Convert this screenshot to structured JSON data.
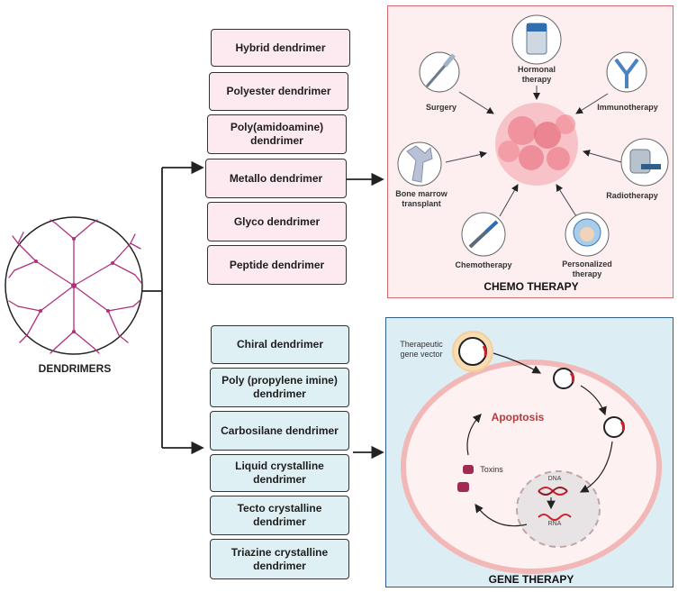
{
  "root": {
    "label": "DENDRIMERS"
  },
  "group_one": [
    "Hybrid dendrimer",
    "Polyester  dendrimer",
    "Poly(amidoamine)\ndendrimer",
    "Metallo  dendrimer",
    "Glyco dendrimer",
    "Peptide dendrimer"
  ],
  "group_two": [
    "Chiral dendrimer",
    "Poly (propylene imine)\ndendrimer",
    "Carbosilane dendrimer",
    "Liquid crystalline\ndendrimer",
    "Tecto crystalline\ndendrimer",
    "Triazine crystalline\ndendrimer"
  ],
  "chemo": {
    "title": "CHEMO THERAPY",
    "items": {
      "hormonal": "Hormonal\ntherapy",
      "surgery": "Surgery",
      "immunotherapy": "Immunotherapy",
      "bone_marrow": "Bone marrow\ntransplant",
      "radiotherapy": "Radiotherapy",
      "chemotherapy": "Chemotherapy",
      "personalized": "Personalized\ntherapy"
    }
  },
  "gene": {
    "title": "GENE THERAPY",
    "vector": "Therapeutic\ngene vector",
    "apoptosis": "Apoptosis",
    "toxins": "Toxins",
    "dna": "DNA",
    "rna": "RNA"
  },
  "colors": {
    "pink_box": "#fdeaf0",
    "blue_box": "#dff0f4",
    "chemo_border": "#d56a72",
    "gene_border": "#2e5f8a",
    "dendrimer": "#b0307e",
    "apoptosis": "#b53a3a"
  }
}
